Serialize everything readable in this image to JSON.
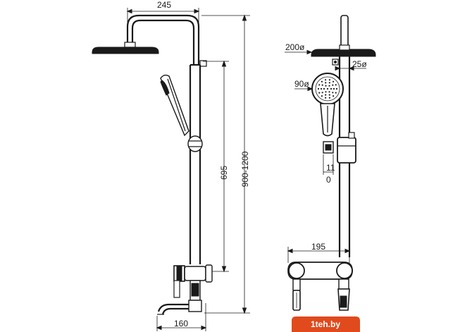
{
  "dimensions": {
    "side_top_width": "245",
    "side_height_range": "900-1200",
    "side_handshower_height": "695",
    "side_spout_width": "160",
    "front_head_diameter": "200ø",
    "front_pipe_diameter": "25ø",
    "front_handshower_diameter": "90ø",
    "front_slide_11": "11",
    "front_slide_0": "0",
    "front_mixer_width": "195"
  },
  "watermark": {
    "text": "1teh.by"
  }
}
